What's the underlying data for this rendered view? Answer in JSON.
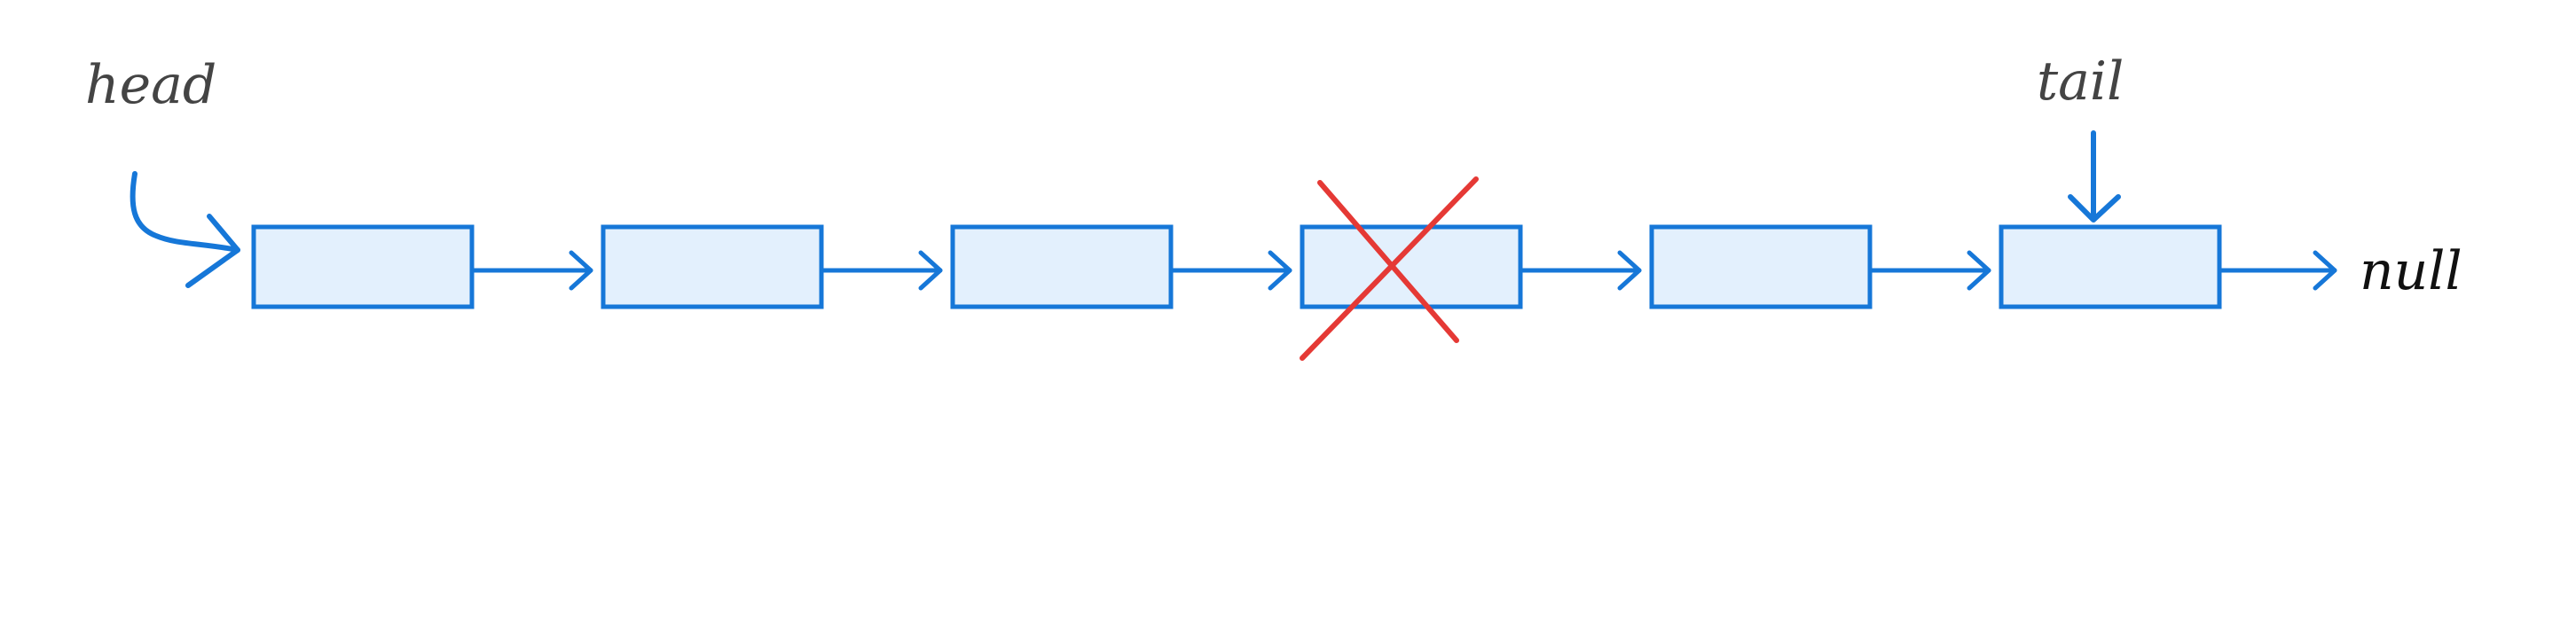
{
  "diagram": {
    "labels": {
      "head": "head",
      "tail": "tail",
      "null": "null"
    },
    "nodes": [
      {
        "deleted": false
      },
      {
        "deleted": false
      },
      {
        "deleted": false
      },
      {
        "deleted": true
      },
      {
        "deleted": false
      },
      {
        "deleted": false
      }
    ],
    "colors": {
      "node_stroke": "#1677d8",
      "node_fill": "#e3f0fd",
      "arrow": "#1677d8",
      "delete_mark": "#e53935",
      "label_text": "#444444",
      "null_text": "#111111"
    }
  }
}
